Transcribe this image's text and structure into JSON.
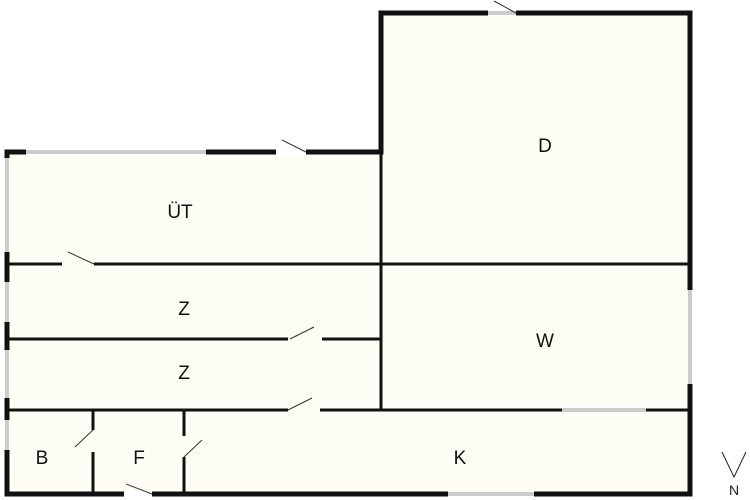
{
  "floorplan": {
    "rooms": {
      "ut": "ÜT",
      "d": "D",
      "z_upper": "Z",
      "z_lower": "Z",
      "w": "W",
      "b": "B",
      "f": "F",
      "k": "K"
    },
    "compass": {
      "label": "N",
      "icon": "north-arrow-icon"
    },
    "colors": {
      "floor": "#fdfdf6",
      "wall": "#111111"
    }
  }
}
